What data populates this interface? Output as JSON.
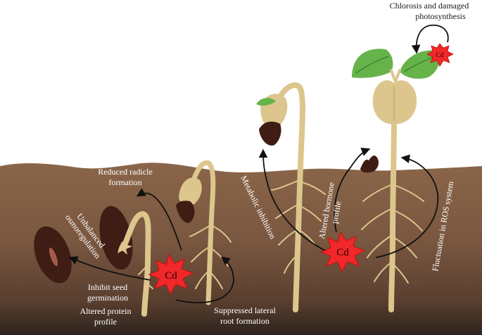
{
  "labels": {
    "chlorosis_line1": "Chlorosis and damaged",
    "chlorosis_line2": "photosynthesis",
    "reduced_radicle_line1": "Reduced radicle",
    "reduced_radicle_line2": "formation",
    "unbalanced_line1": "Unbalanced",
    "unbalanced_line2": "osmoregulation",
    "inhibit_line1": "Inhibit seed",
    "inhibit_line2": "germination",
    "altered_protein_line1": "Altered protein",
    "altered_protein_line2": "profile",
    "suppressed_line1": "Suppressed lateral",
    "suppressed_line2": "root formation",
    "metabolic": "Metabolic inhibition",
    "altered_hormone_line1": "Altered hormone",
    "altered_hormone_line2": "profile",
    "fluctuation": "Fluctuation in ROS system"
  },
  "cadmium": {
    "symbol": "Cd"
  },
  "colors": {
    "soil_top": "#8a6549",
    "soil_bottom": "#2e241e",
    "stem": "#dcc68d",
    "seed": "#3f1d14",
    "leaf": "#66b34a",
    "burst": "#f0282a"
  }
}
